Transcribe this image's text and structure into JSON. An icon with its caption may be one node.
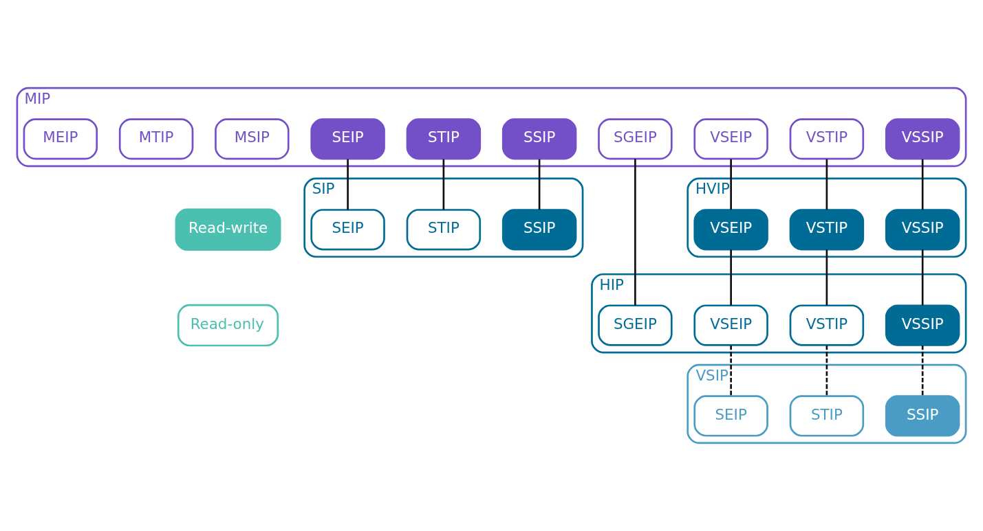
{
  "diagram": {
    "nodes": [
      {
        "text": [
          "MIP"
        ]
      },
      {
        "text": [
          "MEIP"
        ],
        "in": 0
      },
      {
        "text": [
          "MTIP"
        ],
        "in": 0
      },
      {
        "text": [
          "MSIP"
        ],
        "in": 0
      },
      {
        "text": [
          "SEIP"
        ],
        "in": 0
      },
      {
        "text": [
          "STIP"
        ],
        "in": 0
      },
      {
        "text": [
          "SSIP"
        ],
        "in": 0
      },
      {
        "text": [
          "SGEIP"
        ],
        "in": 0
      },
      {
        "text": [
          "VSEIP"
        ],
        "in": 0
      },
      {
        "text": [
          "VSTIP"
        ],
        "in": 0
      },
      {
        "text": [
          "VSSIP"
        ],
        "in": 0
      },
      {
        "text": [
          "SIP"
        ]
      },
      {
        "text": [
          "SEIP"
        ],
        "in": 11
      },
      {
        "text": [
          "STIP"
        ],
        "in": 11
      },
      {
        "text": [
          "SSIP"
        ],
        "in": 11
      },
      {
        "text": [
          "HVIP"
        ]
      },
      {
        "text": [
          "VSEIP"
        ],
        "in": 15
      },
      {
        "text": [
          "VSTIP"
        ],
        "in": 15
      },
      {
        "text": [
          "VSSIP"
        ],
        "in": 15
      },
      {
        "text": [
          "HIP"
        ]
      },
      {
        "text": [
          "SGEIP"
        ],
        "in": 19
      },
      {
        "text": [
          "VSEIP"
        ],
        "in": 19
      },
      {
        "text": [
          "VSTIP"
        ],
        "in": 19
      },
      {
        "text": [
          "VSSIP"
        ],
        "in": 19
      },
      {
        "text": [
          "VSIP"
        ]
      },
      {
        "text": [
          "SEIP"
        ],
        "in": 24
      },
      {
        "text": [
          "STIP"
        ],
        "in": 24
      },
      {
        "text": [
          "SSIP"
        ],
        "in": 24
      }
    ],
    "edges": [
      {
        "from": 4,
        "to": 12,
        "arrow": "none"
      },
      {
        "from": 5,
        "to": 13,
        "arrow": "none"
      },
      {
        "from": 6,
        "to": 14,
        "arrow": "none"
      },
      {
        "from": 7,
        "to": 20,
        "arrow": "none"
      },
      {
        "from": 8,
        "to": 16,
        "arrow": "none"
      },
      {
        "from": 9,
        "to": 17,
        "arrow": "none"
      },
      {
        "from": 10,
        "to": 18,
        "arrow": "none"
      },
      {
        "from": 16,
        "to": 21,
        "arrow": "none"
      },
      {
        "from": 17,
        "to": 22,
        "arrow": "none"
      },
      {
        "from": 18,
        "to": 23,
        "arrow": "none"
      },
      {
        "from": 21,
        "to": 25,
        "arrow": "none",
        "style": "dashed"
      },
      {
        "from": 22,
        "to": 26,
        "arrow": "none",
        "style": "dashed"
      },
      {
        "from": 23,
        "to": 27,
        "arrow": "none",
        "style": "dashed"
      }
    ],
    "legend": [
      {
        "text": "Read-write",
        "color": "#4bbfb0"
      },
      {
        "text": "Read-only"
      }
    ]
  }
}
